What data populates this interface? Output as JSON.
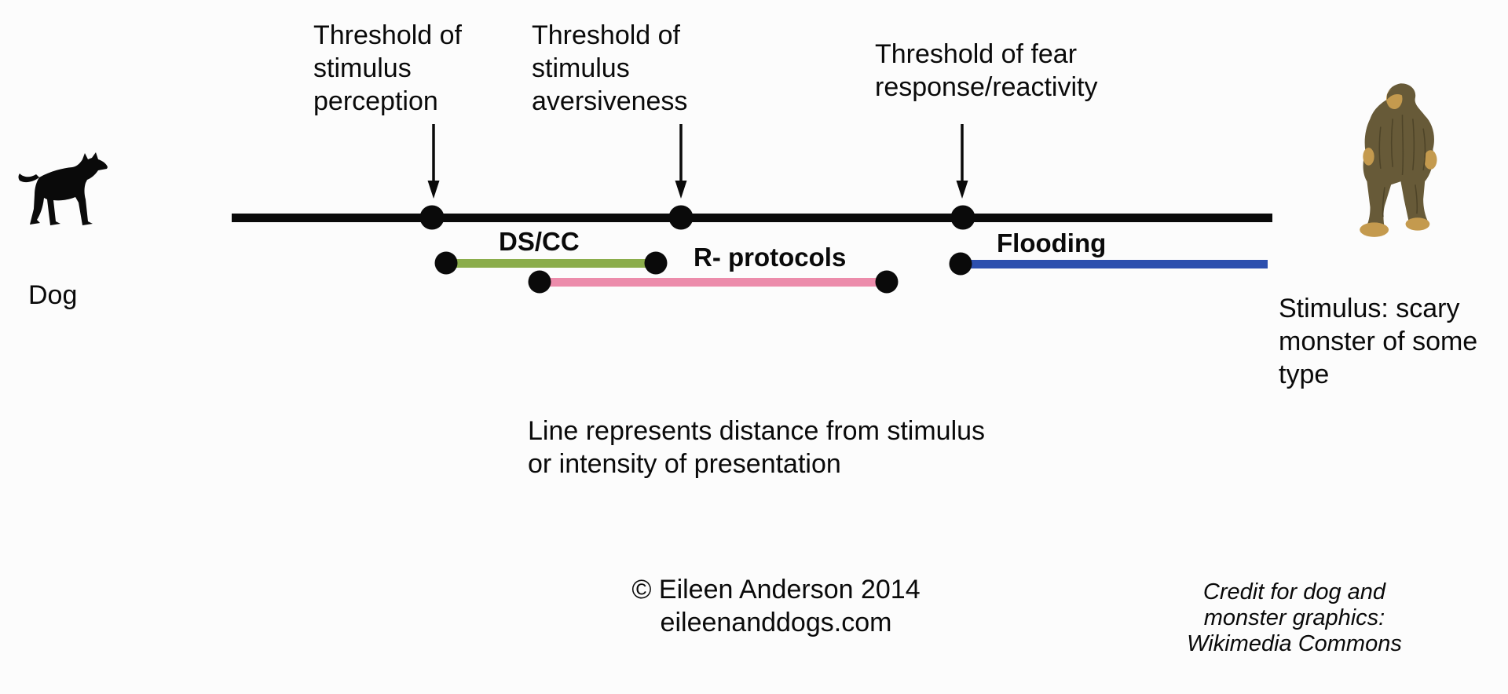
{
  "colors": {
    "background": "#fcfcfc",
    "ink": "#0a0a0a",
    "dscc_green": "#8bad4b",
    "rprotocols_pink": "#ec8cab",
    "flooding_blue": "#2c4fae",
    "monster_fur": "#675a38",
    "monster_skin": "#c49a4e"
  },
  "thresholds": [
    {
      "lines": [
        "Threshold of",
        "stimulus",
        "perception"
      ]
    },
    {
      "lines": [
        "Threshold of",
        "stimulus",
        "aversiveness"
      ]
    },
    {
      "lines": [
        "Threshold of fear",
        "response/reactivity"
      ]
    }
  ],
  "dog_label": "Dog",
  "stimulus_label": {
    "lines": [
      "Stimulus: scary",
      "monster of some",
      "type"
    ]
  },
  "segments": [
    {
      "label": "DS/CC",
      "color": "#8bad4b"
    },
    {
      "label": "R- protocols",
      "color": "#ec8cab"
    },
    {
      "label": "Flooding",
      "color": "#2c4fae"
    }
  ],
  "caption": {
    "lines": [
      "Line represents distance from stimulus",
      "or intensity of presentation"
    ]
  },
  "copyright": {
    "lines": [
      "© Eileen Anderson 2014",
      "eileenanddogs.com"
    ]
  },
  "credit": {
    "lines": [
      "Credit for dog and",
      "monster graphics:",
      "Wikimedia Commons"
    ]
  },
  "icons": {
    "dog": "dog-silhouette",
    "monster": "scary-monster"
  }
}
